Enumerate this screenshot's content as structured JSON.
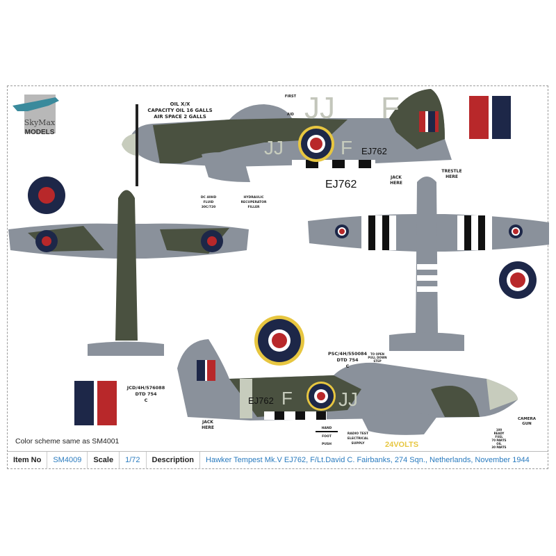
{
  "brand": {
    "name": "SkyMax",
    "sub": "MODELS"
  },
  "note": "Color scheme same as SM4001",
  "footer": {
    "item_label": "Item No",
    "item_value": "SM4009",
    "scale_label": "Scale",
    "scale_value": "1/72",
    "desc_label": "Description",
    "desc_value": "Hawker Tempest Mk.V EJ762,  F/Lt.David C. Fairbanks, 274 Sqn., Netherlands, November 1944"
  },
  "markings": {
    "code_letters": "JJ",
    "code_individual": "F",
    "serial": "EJ762",
    "oil_1": "OIL X/X",
    "oil_2": "CAPACITY OIL 16 GALLS",
    "oil_3": "AIR SPACE 2 GALLS",
    "first": "FIRST",
    "aid": "AID",
    "dc1": "DC 40HD",
    "dc2": "FLUID",
    "dc3": "30C/720",
    "hyd1": "HYDRAULIC",
    "hyd2": "RECUPERATOR",
    "hyd3": "FILLER",
    "jack1": "JACK",
    "jack2": "HERE",
    "trestle1": "TRESTLE",
    "trestle2": "HERE",
    "psc1": "PSC/4H/550084",
    "psc2": "DTD 754",
    "psc3": "C",
    "jcd1": "JCD/4H/576088",
    "jcd2": "DTD 754",
    "jcd3": "C",
    "open1": "TO OPEN",
    "open2": "PULL DOWN",
    "open3": "STEP",
    "hand": "HAND",
    "foot": "FOOT",
    "push": "PUSH",
    "radio1": "RADIO TEST",
    "radio2": "ELECTRICAL",
    "radio3": "SUPPLY",
    "volts": "24VOLTS",
    "camera1": "CAMERA",
    "camera2": "GUN",
    "fuel1": "100",
    "fuel2": "READY",
    "fuel3": "FUEL",
    "fuel4": "70 PARTS",
    "fuel5": "OIL",
    "fuel6": "30 PARTS"
  },
  "colors": {
    "green": "#4a5140",
    "grey": "#8a919b",
    "red": "#b8282a",
    "blue": "#1d2748",
    "yellow": "#e7c640",
    "sky": "#c7ccbd",
    "link": "#2a7bbf"
  }
}
